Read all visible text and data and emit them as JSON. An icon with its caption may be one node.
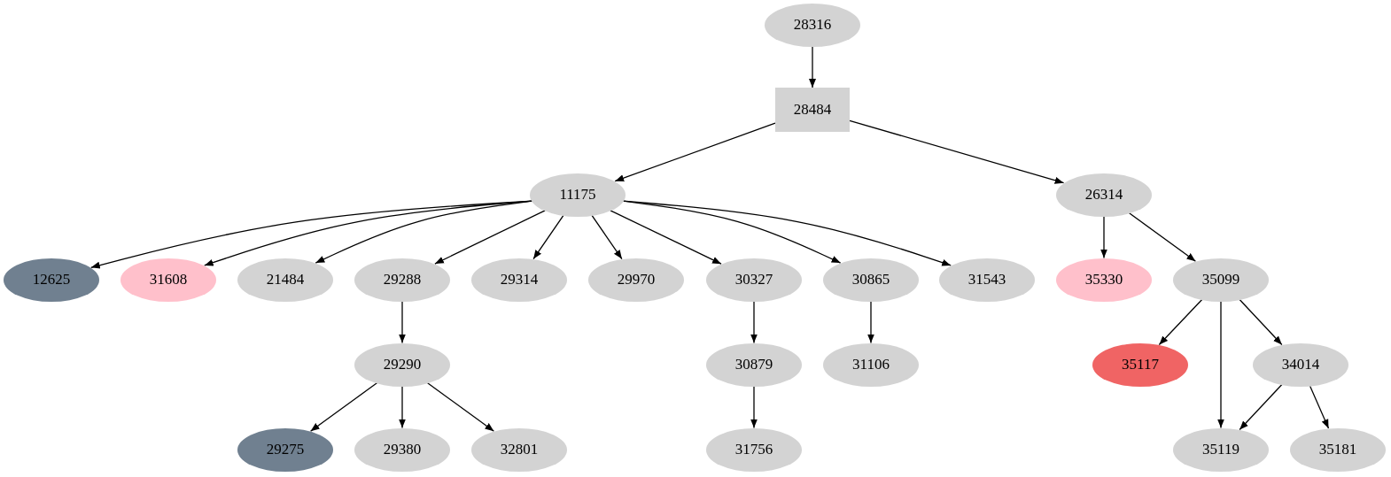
{
  "diagram": {
    "nodes": [
      {
        "text": [
          "28316"
        ]
      },
      {
        "text": [
          "28484"
        ]
      },
      {
        "text": [
          "11175"
        ]
      },
      {
        "text": [
          "26314"
        ]
      },
      {
        "text": [
          "12625"
        ]
      },
      {
        "text": [
          "31608"
        ]
      },
      {
        "text": [
          "21484"
        ]
      },
      {
        "text": [
          "29288"
        ]
      },
      {
        "text": [
          "29314"
        ]
      },
      {
        "text": [
          "29970"
        ]
      },
      {
        "text": [
          "30327"
        ]
      },
      {
        "text": [
          "30865"
        ]
      },
      {
        "text": [
          "31543"
        ]
      },
      {
        "text": [
          "35330"
        ]
      },
      {
        "text": [
          "35099"
        ]
      },
      {
        "text": [
          "29290"
        ]
      },
      {
        "text": [
          "30879"
        ]
      },
      {
        "text": [
          "31106"
        ]
      },
      {
        "text": [
          "35117"
        ]
      },
      {
        "text": [
          "34014"
        ]
      },
      {
        "text": [
          "29275"
        ]
      },
      {
        "text": [
          "29380"
        ]
      },
      {
        "text": [
          "32801"
        ]
      },
      {
        "text": [
          "31756"
        ]
      },
      {
        "text": [
          "35119"
        ]
      },
      {
        "text": [
          "35181"
        ]
      }
    ],
    "edges": [
      {
        "from": 0,
        "to": 1,
        "arrow": "to"
      },
      {
        "from": 1,
        "to": 2,
        "arrow": "to"
      },
      {
        "from": 1,
        "to": 3,
        "arrow": "to"
      },
      {
        "from": 2,
        "to": 4,
        "arrow": "to"
      },
      {
        "from": 2,
        "to": 5,
        "arrow": "to"
      },
      {
        "from": 2,
        "to": 6,
        "arrow": "to"
      },
      {
        "from": 2,
        "to": 7,
        "arrow": "to"
      },
      {
        "from": 2,
        "to": 8,
        "arrow": "to"
      },
      {
        "from": 2,
        "to": 9,
        "arrow": "to"
      },
      {
        "from": 2,
        "to": 10,
        "arrow": "to"
      },
      {
        "from": 2,
        "to": 11,
        "arrow": "to"
      },
      {
        "from": 2,
        "to": 12,
        "arrow": "to"
      },
      {
        "from": 3,
        "to": 13,
        "arrow": "to"
      },
      {
        "from": 3,
        "to": 14,
        "arrow": "to"
      },
      {
        "from": 7,
        "to": 15,
        "arrow": "to"
      },
      {
        "from": 10,
        "to": 16,
        "arrow": "to"
      },
      {
        "from": 11,
        "to": 17,
        "arrow": "to"
      },
      {
        "from": 14,
        "to": 18,
        "arrow": "to"
      },
      {
        "from": 14,
        "to": 24,
        "arrow": "to"
      },
      {
        "from": 14,
        "to": 19,
        "arrow": "to"
      },
      {
        "from": 15,
        "to": 20,
        "arrow": "to"
      },
      {
        "from": 15,
        "to": 21,
        "arrow": "to"
      },
      {
        "from": 15,
        "to": 22,
        "arrow": "to"
      },
      {
        "from": 16,
        "to": 23,
        "arrow": "to"
      },
      {
        "from": 19,
        "to": 24,
        "arrow": "to"
      },
      {
        "from": 19,
        "to": 25,
        "arrow": "to"
      }
    ]
  }
}
